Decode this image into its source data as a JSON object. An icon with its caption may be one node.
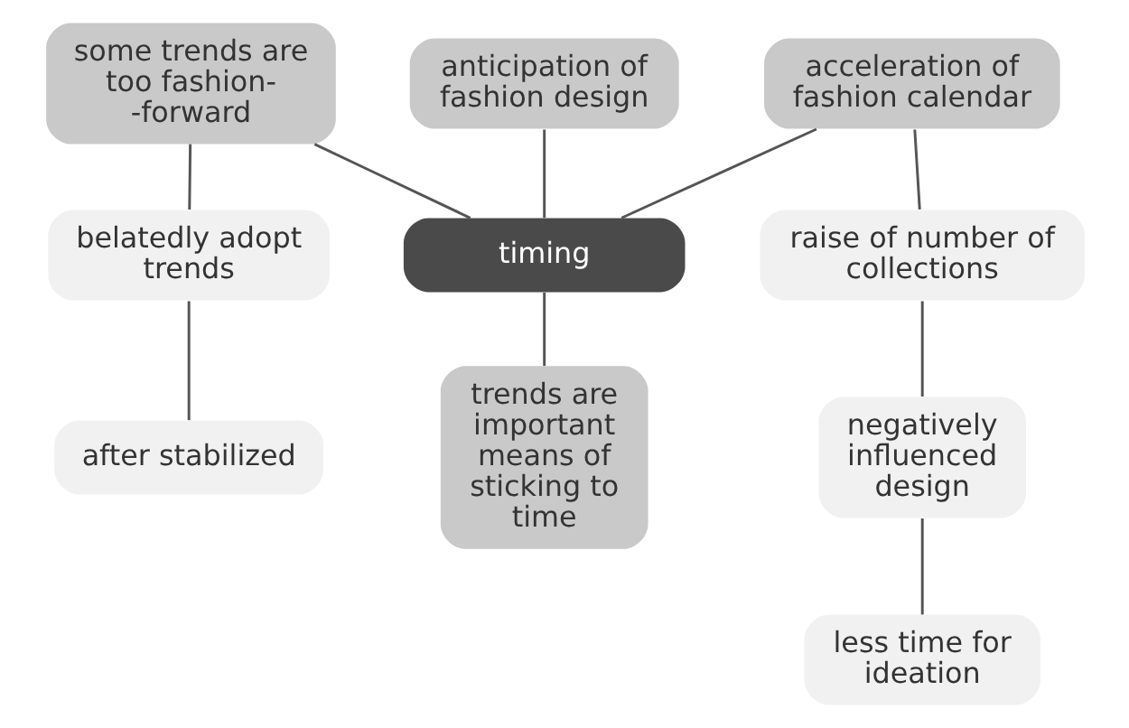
{
  "diagram": {
    "nodes": [
      {
        "text": [
          "timing"
        ]
      },
      {
        "text": [
          "anticipation of fashion design"
        ]
      },
      {
        "text": [
          "some trends are too fashion- -forward"
        ]
      },
      {
        "text": [
          "belatedly adopt trends"
        ]
      },
      {
        "text": [
          "after stabilized"
        ]
      },
      {
        "text": [
          "acceleration of fashion calendar"
        ]
      },
      {
        "text": [
          "raise of number of collections"
        ]
      },
      {
        "text": [
          "negatively influenced design"
        ]
      },
      {
        "text": [
          "less time for ideation"
        ]
      },
      {
        "text": [
          "trends are important means of sticking to time"
        ]
      }
    ],
    "edges": [
      {
        "from": 1,
        "to": 0,
        "arrow": "none"
      },
      {
        "from": 2,
        "to": 0,
        "arrow": "none"
      },
      {
        "from": 5,
        "to": 0,
        "arrow": "none"
      },
      {
        "from": 0,
        "to": 9,
        "arrow": "none"
      },
      {
        "from": 2,
        "to": 3,
        "arrow": "none"
      },
      {
        "from": 3,
        "to": 4,
        "arrow": "none"
      },
      {
        "from": 5,
        "to": 6,
        "arrow": "none"
      },
      {
        "from": 6,
        "to": 7,
        "arrow": "none"
      },
      {
        "from": 7,
        "to": 8,
        "arrow": "none"
      }
    ]
  }
}
